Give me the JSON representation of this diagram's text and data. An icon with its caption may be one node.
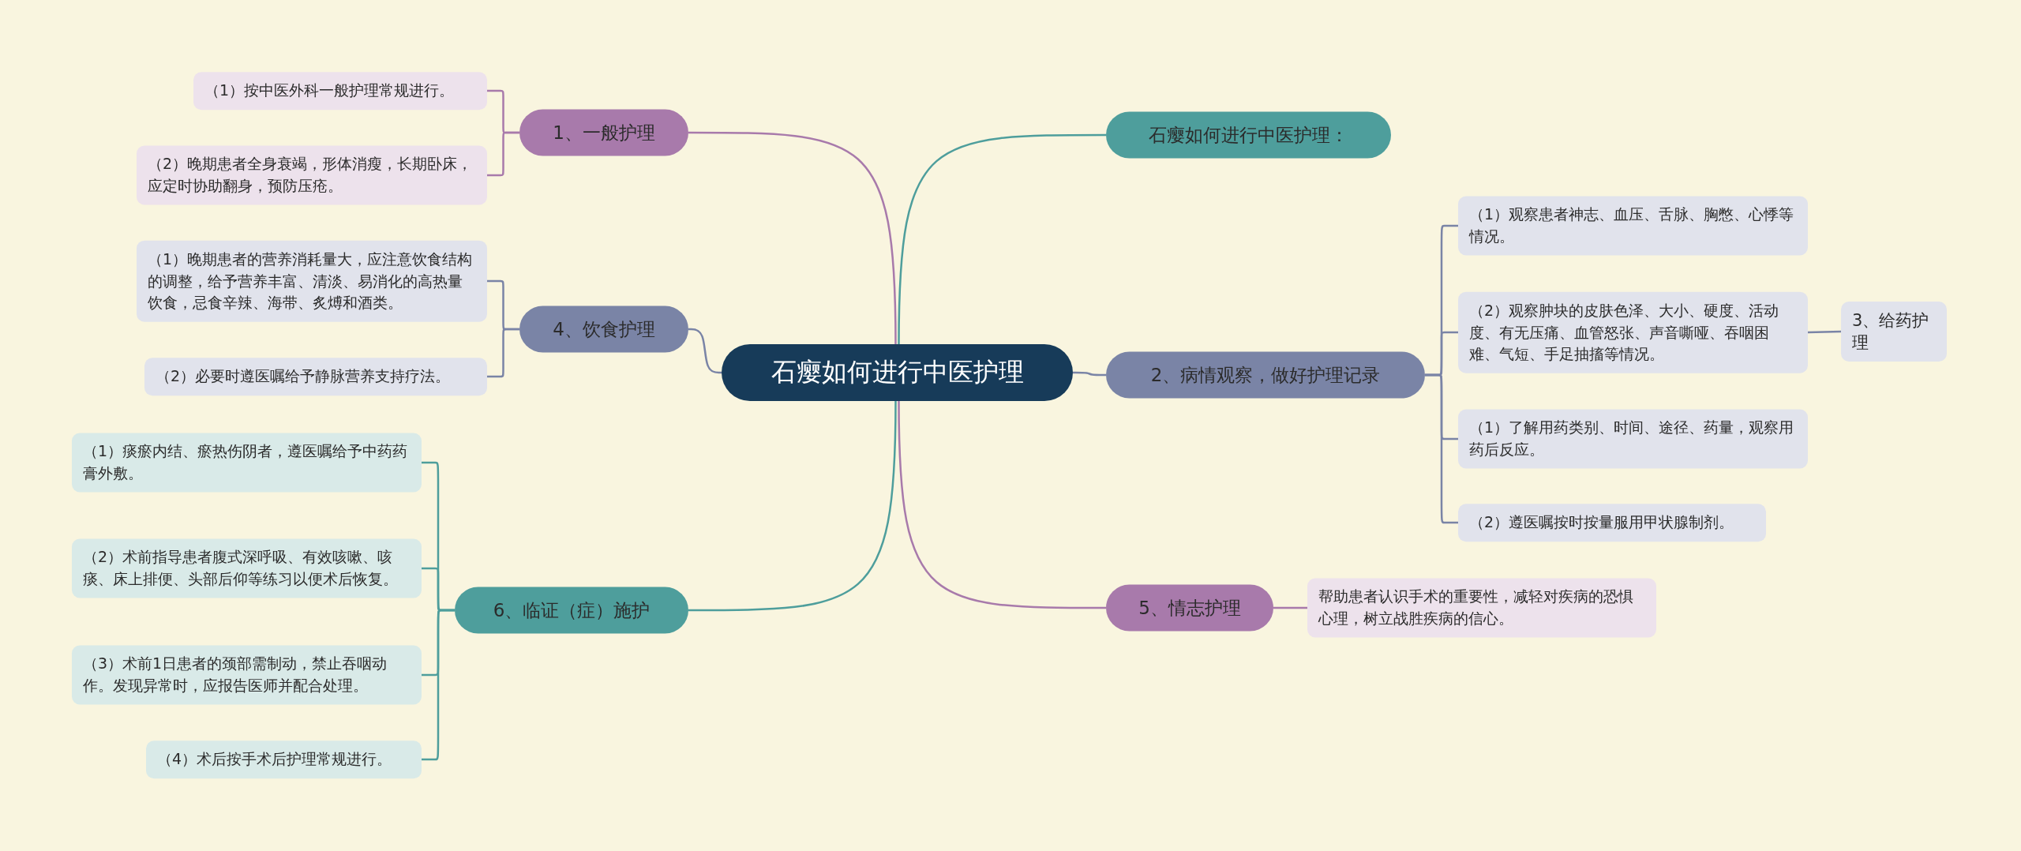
{
  "diagram": {
    "nodes": [
      {
        "text": [
          "石瘿如何进行中医护理"
        ]
      },
      {
        "text": [
          "石瘿如何进行中医护理："
        ]
      },
      {
        "text": [
          "2、病情观察，做好护理记录"
        ]
      },
      {
        "text": [
          "（1）观察患者神志、血压、舌脉、胸憋、心悸等情况。"
        ]
      },
      {
        "text": [
          "（2）观察肿块的皮肤色泽、大小、硬度、活动度、有无压痛、血管怒张、声音嘶哑、吞咽困难、气短、手足抽搐等情况。"
        ]
      },
      {
        "text": [
          "（1）了解用药类别、时间、途径、药量，观察用药后反应。"
        ]
      },
      {
        "text": [
          "（2）遵医嘱按时按量服用甲状腺制剂。"
        ]
      },
      {
        "text": [
          "3、给药护理"
        ]
      },
      {
        "text": [
          "5、情志护理"
        ]
      },
      {
        "text": [
          "帮助患者认识手术的重要性，减轻对疾病的恐惧心理，树立战胜疾病的信心。"
        ]
      },
      {
        "text": [
          "1、一般护理"
        ]
      },
      {
        "text": [
          "（1）按中医外科一般护理常规进行。"
        ]
      },
      {
        "text": [
          "（2）晚期患者全身衰竭，形体消瘦，长期卧床，应定时协助翻身，预防压疮。"
        ]
      },
      {
        "text": [
          "4、饮食护理"
        ]
      },
      {
        "text": [
          "（1）晚期患者的营养消耗量大，应注意饮食结构的调整，给予营养丰富、清淡、易消化的高热量饮食，忌食辛辣、海带、炙煿和酒类。"
        ]
      },
      {
        "text": [
          "（2）必要时遵医嘱给予静脉营养支持疗法。"
        ]
      },
      {
        "text": [
          "6、临证（症）施护"
        ]
      },
      {
        "text": [
          "（1）痰瘀内结、瘀热伤阴者，遵医嘱给予中药药膏外敷。"
        ]
      },
      {
        "text": [
          "（2）术前指导患者腹式深呼吸、有效咳嗽、咳痰、床上排便、头部后仰等练习以便术后恢复。"
        ]
      },
      {
        "text": [
          "（3）术前1日患者的颈部需制动，禁止吞咽动作。发现异常时，应报告医师并配合处理。"
        ]
      },
      {
        "text": [
          "（4）术后按手术后护理常规进行。"
        ]
      }
    ],
    "edges": [
      {
        "from": 0,
        "to": 1,
        "arrow": "none",
        "color": "#4e9e9c"
      },
      {
        "from": 0,
        "to": 2,
        "arrow": "none"
      },
      {
        "from": 2,
        "to": 3,
        "arrow": "none"
      },
      {
        "from": 2,
        "to": 4,
        "arrow": "none"
      },
      {
        "from": 2,
        "to": 5,
        "arrow": "none"
      },
      {
        "from": 2,
        "to": 6,
        "arrow": "none"
      },
      {
        "from": 4,
        "to": 7,
        "arrow": "none"
      },
      {
        "from": 0,
        "to": 8,
        "arrow": "none",
        "color": "#a87aab"
      },
      {
        "from": 8,
        "to": 9,
        "arrow": "none",
        "color": "#a87aab"
      },
      {
        "from": 0,
        "to": 10,
        "arrow": "none",
        "color": "#a87aab"
      },
      {
        "from": 10,
        "to": 11,
        "arrow": "none",
        "color": "#a87aab"
      },
      {
        "from": 10,
        "to": 12,
        "arrow": "none",
        "color": "#a87aab"
      },
      {
        "from": 0,
        "to": 13,
        "arrow": "none"
      },
      {
        "from": 13,
        "to": 14,
        "arrow": "none"
      },
      {
        "from": 13,
        "to": 15,
        "arrow": "none"
      },
      {
        "from": 0,
        "to": 16,
        "arrow": "none",
        "color": "#4e9e9c"
      },
      {
        "from": 16,
        "to": 17,
        "arrow": "none",
        "color": "#4e9e9c"
      },
      {
        "from": 16,
        "to": 18,
        "arrow": "none",
        "color": "#4e9e9c"
      },
      {
        "from": 16,
        "to": 19,
        "arrow": "none",
        "color": "#4e9e9c"
      },
      {
        "from": 16,
        "to": 20,
        "arrow": "none",
        "color": "#4e9e9c"
      }
    ]
  }
}
